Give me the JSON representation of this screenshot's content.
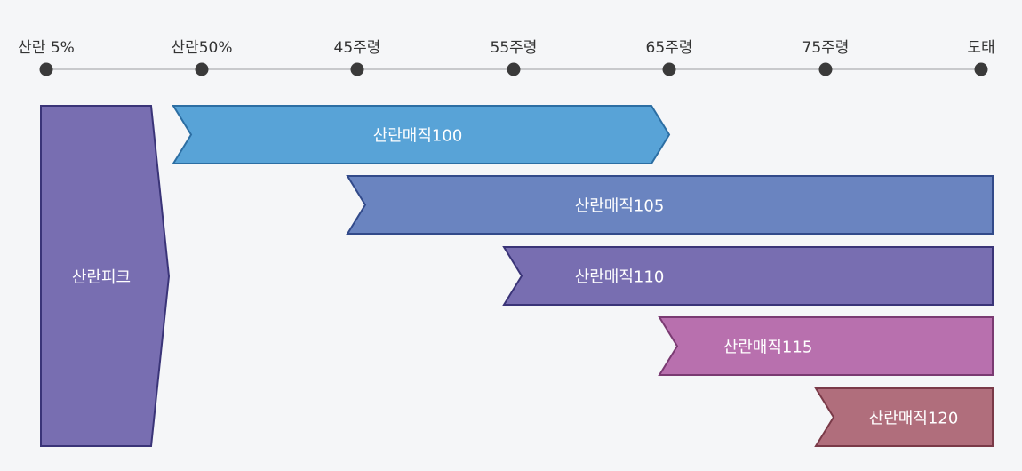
{
  "timeline": {
    "ticks": [
      "산란 5%",
      "산란50%",
      "45주령",
      "55주령",
      "65주령",
      "75주령",
      "도태"
    ]
  },
  "peak": {
    "label": "산란피크",
    "fill": "#786eb1",
    "stroke": "#3a3478"
  },
  "bands": [
    {
      "label": "산란매직100",
      "start_tick": 1,
      "end_tick": 4,
      "fill": "#58a3d7",
      "stroke": "#2c6ea3"
    },
    {
      "label": "산란매직105",
      "start_tick": 2,
      "end_tick": 6,
      "fill": "#6a84c0",
      "stroke": "#324a8a"
    },
    {
      "label": "산란매직110",
      "start_tick": 3,
      "end_tick": 6,
      "fill": "#786eb1",
      "stroke": "#3a3478"
    },
    {
      "label": "산란매직115",
      "start_tick": 4,
      "end_tick": 6,
      "fill": "#b870ae",
      "stroke": "#7a3a72"
    },
    {
      "label": "산란매직120",
      "start_tick": 5,
      "end_tick": 6,
      "fill": "#b06e7c",
      "stroke": "#7a3a48"
    }
  ],
  "colors": {
    "timeline_line": "#c8c9cc",
    "timeline_dot": "#3a3a3a",
    "background": "#f5f6f8"
  }
}
